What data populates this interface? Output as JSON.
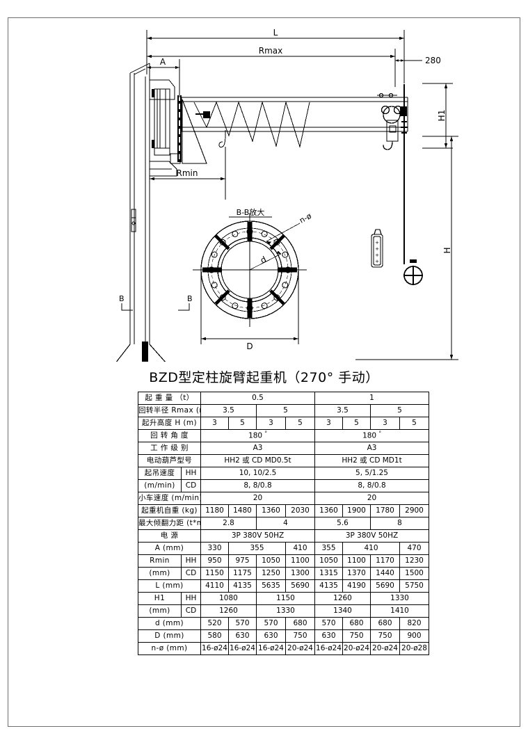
{
  "document": {
    "title": "BZD型定柱旋臂起重机（270° 手动）"
  },
  "drawing": {
    "dimensions": {
      "L": "L",
      "Rmax": "Rmax",
      "Rmin": "Rmin",
      "A": "A",
      "H": "H",
      "H1": "H1",
      "clearance_280": "280",
      "d": "d",
      "D": "D",
      "n_phi": "n-ø"
    },
    "detail": {
      "label": "B-B放大",
      "section_mark_left": "B",
      "section_mark_right": "B"
    }
  },
  "spec_table": {
    "rows": [
      {
        "label": "起 重 量 （t）",
        "cells": [
          {
            "text": "0.5",
            "span": 4
          },
          {
            "text": "1",
            "span": 4
          }
        ]
      },
      {
        "label": "回转半径  Rmax (m)",
        "cells": [
          {
            "text": "3.5",
            "span": 2
          },
          {
            "text": "5",
            "span": 2
          },
          {
            "text": "3.5",
            "span": 2
          },
          {
            "text": "5",
            "span": 2
          }
        ]
      },
      {
        "label": "起升高度  H   (m)",
        "cells": [
          {
            "text": "3",
            "span": 1
          },
          {
            "text": "5",
            "span": 1
          },
          {
            "text": "3",
            "span": 1
          },
          {
            "text": "5",
            "span": 1
          },
          {
            "text": "3",
            "span": 1
          },
          {
            "text": "5",
            "span": 1
          },
          {
            "text": "3",
            "span": 1
          },
          {
            "text": "5",
            "span": 1
          }
        ]
      },
      {
        "label": "回 转 角 度",
        "cells": [
          {
            "text": "180 °",
            "span": 4
          },
          {
            "text": "180 °",
            "span": 4
          }
        ]
      },
      {
        "label": "工 作 级 别",
        "cells": [
          {
            "text": "A3",
            "span": 4
          },
          {
            "text": "A3",
            "span": 4
          }
        ]
      },
      {
        "label": "电动葫芦型号",
        "cells": [
          {
            "text": "HH2 或 CD MD0.5t",
            "span": 4
          },
          {
            "text": "HH2 或 CD MD1t",
            "span": 4
          }
        ]
      },
      {
        "label": "起吊速度",
        "sublabel": "HH",
        "cells": [
          {
            "text": "10, 10/2.5",
            "span": 4
          },
          {
            "text": "5, 5/1.25",
            "span": 4
          }
        ]
      },
      {
        "label": "(m/min)",
        "sublabel": "CD",
        "cells": [
          {
            "text": "8, 8/0.8",
            "span": 4
          },
          {
            "text": "8, 8/0.8",
            "span": 4
          }
        ]
      },
      {
        "label": "小车速度  (m/min)",
        "cells": [
          {
            "text": "20",
            "span": 4
          },
          {
            "text": "20",
            "span": 4
          }
        ]
      },
      {
        "label": "起重机自重  (kg)",
        "cells": [
          {
            "text": "1180",
            "span": 1
          },
          {
            "text": "1480",
            "span": 1
          },
          {
            "text": "1360",
            "span": 1
          },
          {
            "text": "2030",
            "span": 1
          },
          {
            "text": "1360",
            "span": 1
          },
          {
            "text": "1900",
            "span": 1
          },
          {
            "text": "1780",
            "span": 1
          },
          {
            "text": "2900",
            "span": 1
          }
        ]
      },
      {
        "label": "最大倾翻力距 (t*m)",
        "cells": [
          {
            "text": "2.8",
            "span": 2
          },
          {
            "text": "4",
            "span": 2
          },
          {
            "text": "5.6",
            "span": 2
          },
          {
            "text": "8",
            "span": 2
          }
        ]
      },
      {
        "label": "电    源",
        "cells": [
          {
            "text": "3P 380V 50HZ",
            "span": 4
          },
          {
            "text": "3P 380V 50HZ",
            "span": 4
          }
        ]
      },
      {
        "label": "A    (mm)",
        "cells": [
          {
            "text": "330",
            "span": 1
          },
          {
            "text": "355",
            "span": 2
          },
          {
            "text": "410",
            "span": 1
          },
          {
            "text": "355",
            "span": 1
          },
          {
            "text": "410",
            "span": 2
          },
          {
            "text": "470",
            "span": 1
          }
        ]
      },
      {
        "label": "Rmin",
        "sublabel": "HH",
        "cells": [
          {
            "text": "950",
            "span": 1
          },
          {
            "text": "975",
            "span": 1
          },
          {
            "text": "1050",
            "span": 1
          },
          {
            "text": "1100",
            "span": 1
          },
          {
            "text": "1050",
            "span": 1
          },
          {
            "text": "1100",
            "span": 1
          },
          {
            "text": "1170",
            "span": 1
          },
          {
            "text": "1230",
            "span": 1
          }
        ]
      },
      {
        "label": "(mm)",
        "sublabel": "CD",
        "cells": [
          {
            "text": "1150",
            "span": 1
          },
          {
            "text": "1175",
            "span": 1
          },
          {
            "text": "1250",
            "span": 1
          },
          {
            "text": "1300",
            "span": 1
          },
          {
            "text": "1315",
            "span": 1
          },
          {
            "text": "1370",
            "span": 1
          },
          {
            "text": "1440",
            "span": 1
          },
          {
            "text": "1500",
            "span": 1
          }
        ]
      },
      {
        "label": "L    (mm)",
        "cells": [
          {
            "text": "4110",
            "span": 1
          },
          {
            "text": "4135",
            "span": 1
          },
          {
            "text": "5635",
            "span": 1
          },
          {
            "text": "5690",
            "span": 1
          },
          {
            "text": "4135",
            "span": 1
          },
          {
            "text": "4190",
            "span": 1
          },
          {
            "text": "5690",
            "span": 1
          },
          {
            "text": "5750",
            "span": 1
          }
        ]
      },
      {
        "label": "H1",
        "sublabel": "HH",
        "cells": [
          {
            "text": "1080",
            "span": 2
          },
          {
            "text": "1150",
            "span": 2
          },
          {
            "text": "1260",
            "span": 2
          },
          {
            "text": "1330",
            "span": 2
          }
        ]
      },
      {
        "label": "(mm)",
        "sublabel": "CD",
        "cells": [
          {
            "text": "1260",
            "span": 2
          },
          {
            "text": "1330",
            "span": 2
          },
          {
            "text": "1340",
            "span": 2
          },
          {
            "text": "1410",
            "span": 2
          }
        ]
      },
      {
        "label": "d    (mm)",
        "cells": [
          {
            "text": "520",
            "span": 1
          },
          {
            "text": "570",
            "span": 1
          },
          {
            "text": "570",
            "span": 1
          },
          {
            "text": "680",
            "span": 1
          },
          {
            "text": "570",
            "span": 1
          },
          {
            "text": "680",
            "span": 1
          },
          {
            "text": "680",
            "span": 1
          },
          {
            "text": "820",
            "span": 1
          }
        ]
      },
      {
        "label": "D    (mm)",
        "cells": [
          {
            "text": "580",
            "span": 1
          },
          {
            "text": "630",
            "span": 1
          },
          {
            "text": "630",
            "span": 1
          },
          {
            "text": "750",
            "span": 1
          },
          {
            "text": "630",
            "span": 1
          },
          {
            "text": "750",
            "span": 1
          },
          {
            "text": "750",
            "span": 1
          },
          {
            "text": "900",
            "span": 1
          }
        ]
      },
      {
        "label": "n-ø   (mm)",
        "small": true,
        "cells": [
          {
            "text": "16-ø24",
            "span": 1
          },
          {
            "text": "16-ø24",
            "span": 1
          },
          {
            "text": "16-ø24",
            "span": 1
          },
          {
            "text": "20-ø24",
            "span": 1
          },
          {
            "text": "16-ø24",
            "span": 1
          },
          {
            "text": "20-ø24",
            "span": 1
          },
          {
            "text": "20-ø24",
            "span": 1
          },
          {
            "text": "20-ø28",
            "span": 1
          }
        ]
      }
    ]
  }
}
